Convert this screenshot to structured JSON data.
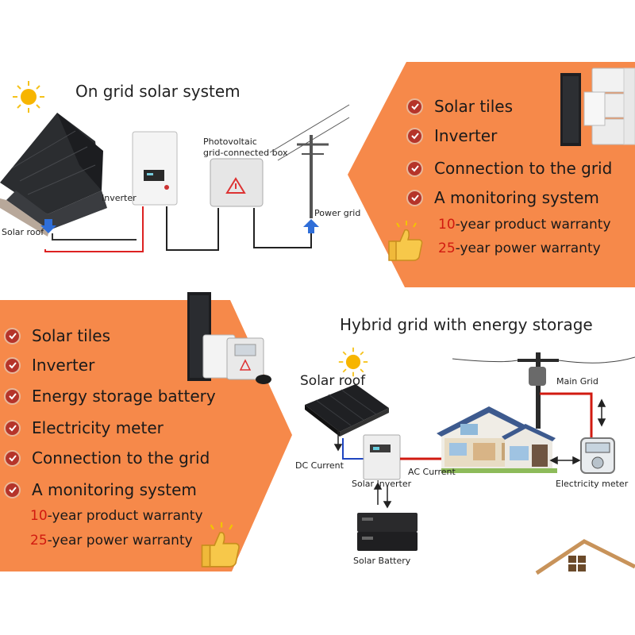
{
  "colors": {
    "orange": "#f6894a",
    "accent_red": "#d11a10",
    "check_red": "#b5342a"
  },
  "top": {
    "title": "On grid solar system",
    "labels": {
      "solar_roof": "Solar roof",
      "inverter": "Inverter",
      "pv_box_line1": "Photovoltaic",
      "pv_box_line2": "grid-connected box",
      "power_grid": "Power grid"
    },
    "features": [
      "Solar tiles",
      "Inverter",
      "Connection to the grid",
      "A monitoring system"
    ],
    "warranties": [
      {
        "num": "10",
        "text": "-year product  warranty"
      },
      {
        "num": "25",
        "text": "-year power warranty"
      }
    ]
  },
  "bottom": {
    "title": "Hybrid grid with energy storage",
    "labels": {
      "solar_roof": "Solar roof",
      "main_grid": "Main Grid",
      "dc_current": "DC Current",
      "ac_current": "AC Current",
      "solar_inverter": "Solar Inverter",
      "electricity_meter": "Electricity meter",
      "solar_battery": "Solar Battery"
    },
    "features": [
      "Solar tiles",
      "Inverter",
      "Energy storage battery",
      "Electricity meter",
      "Connection to the grid",
      "A monitoring system"
    ],
    "warranties": [
      {
        "num": "10",
        "text": "-year product warranty"
      },
      {
        "num": "25",
        "text": "-year power warranty"
      }
    ]
  }
}
